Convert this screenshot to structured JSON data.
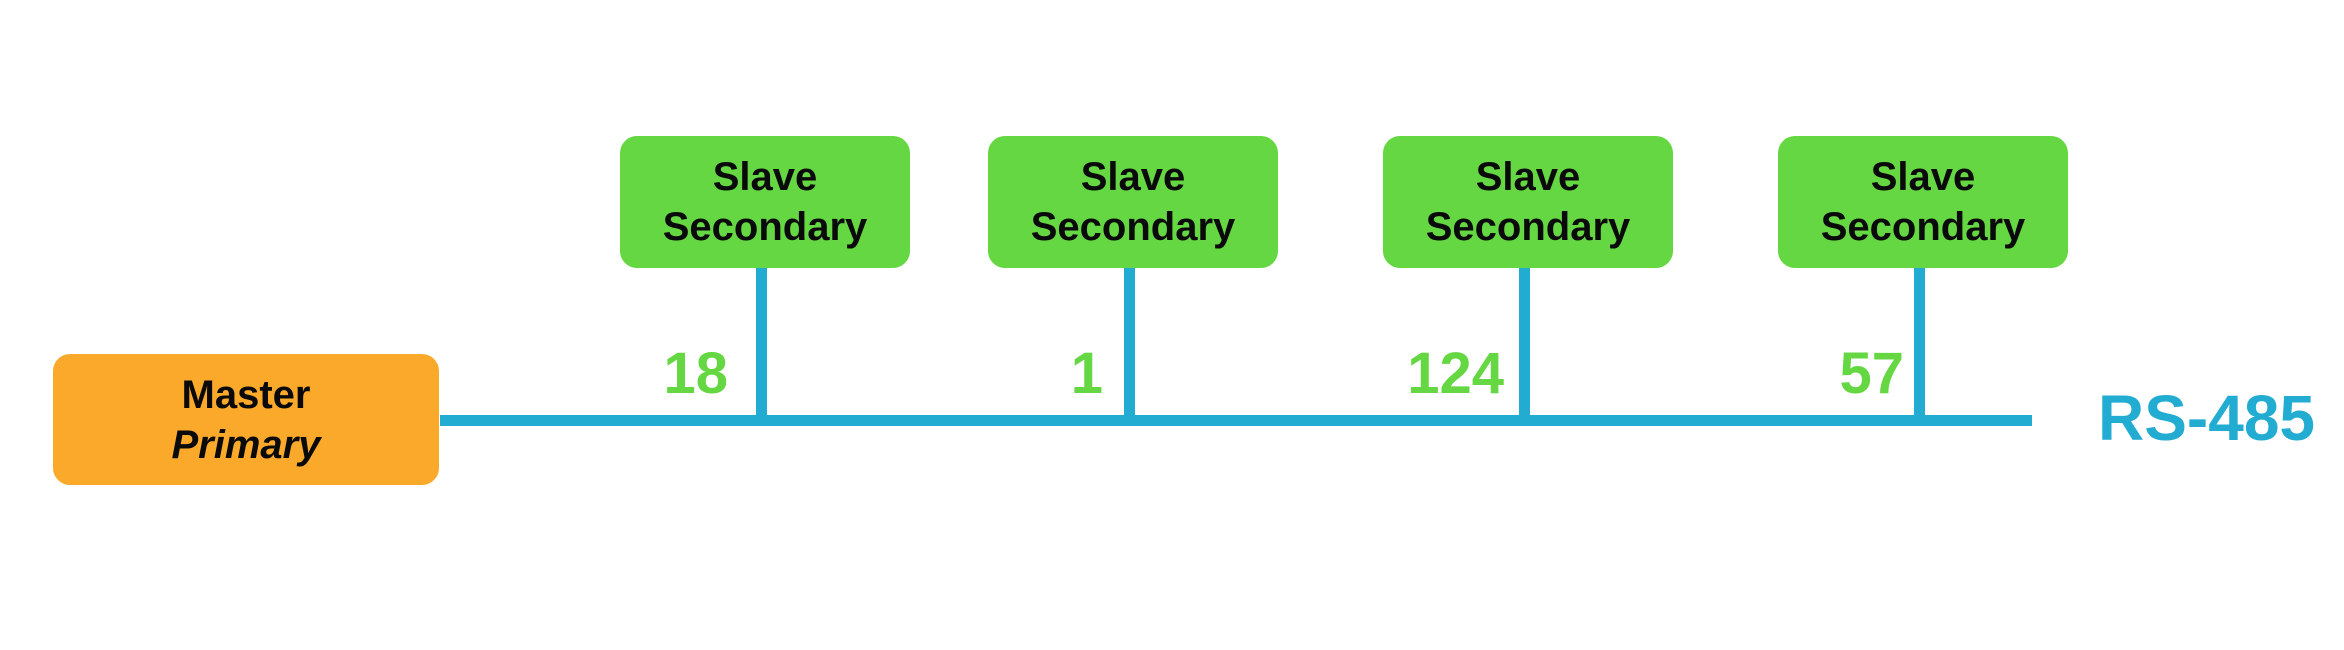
{
  "master": {
    "label": "Master",
    "label_alt": "Primary"
  },
  "slaves": [
    {
      "label": "Slave",
      "label_alt": "Secondary",
      "address": "18"
    },
    {
      "label": "Slave",
      "label_alt": "Secondary",
      "address": "1"
    },
    {
      "label": "Slave",
      "label_alt": "Secondary",
      "address": "124"
    },
    {
      "label": "Slave",
      "label_alt": "Secondary",
      "address": "57"
    }
  ],
  "bus": {
    "label": "RS-485"
  },
  "colors": {
    "master_fill": "#fba92a",
    "slave_fill": "#64d743",
    "address_text": "#64d743",
    "bus": "#22acd2",
    "node_text": "#0a0a0a"
  }
}
